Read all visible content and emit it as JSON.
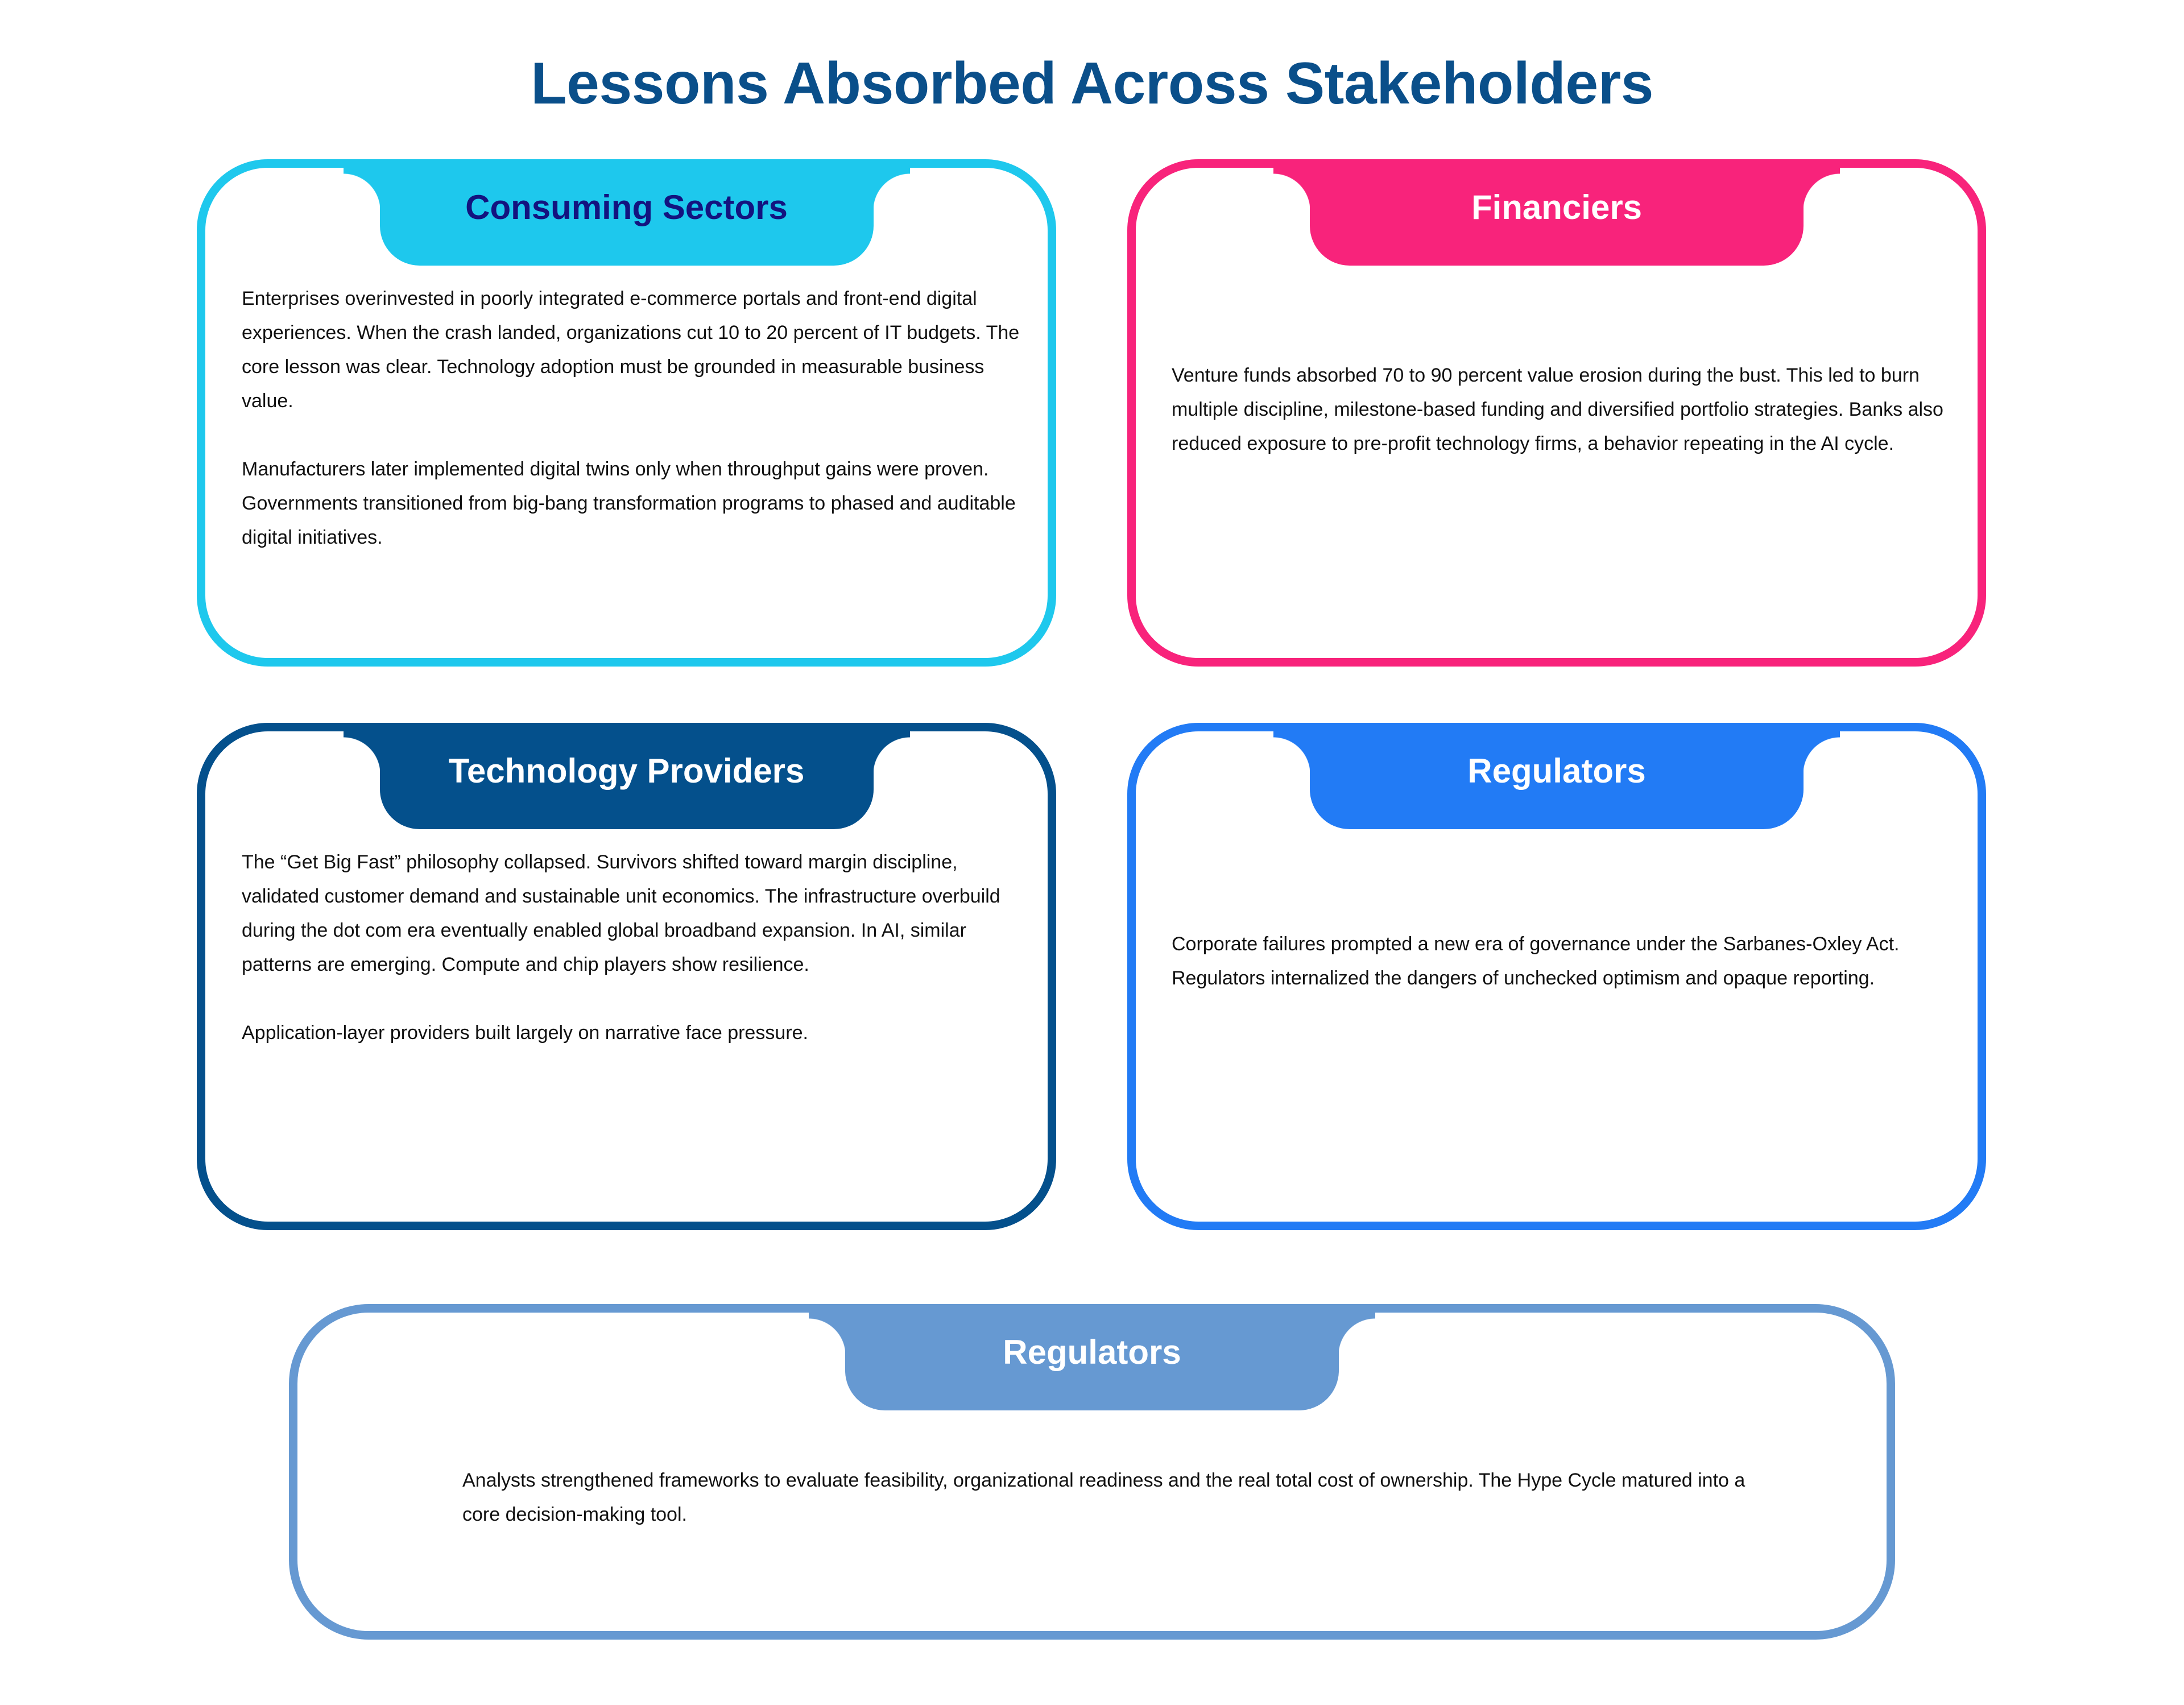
{
  "title": "Lessons Absorbed Across Stakeholders",
  "colors": {
    "title": "#0a4f8a",
    "consuming_sectors": "#1ec8ed",
    "consuming_sectors_label": "#13137f",
    "financiers": "#f8237b",
    "technology_providers": "#04508c",
    "regulators": "#227bf5",
    "analysts_box": "#6699d2"
  },
  "cards": [
    {
      "heading": "Consuming Sectors",
      "paragraphs": [
        "Enterprises overinvested in poorly integrated e-commerce portals and front-end digital experiences. When the crash landed, organizations cut 10 to 20 percent of IT budgets. The core lesson was clear. Technology adoption must be grounded in measurable business value.",
        "Manufacturers later implemented digital twins only when throughput gains were proven. Governments transitioned from big-bang transformation programs to phased and auditable digital initiatives."
      ]
    },
    {
      "heading": "Financiers",
      "paragraphs": [
        "Venture funds absorbed 70 to 90 percent value erosion during the bust. This led to burn multiple discipline, milestone-based funding and diversified portfolio strategies. Banks also reduced exposure to pre-profit technology firms, a behavior repeating in the AI cycle."
      ]
    },
    {
      "heading": "Technology Providers",
      "paragraphs": [
        "The “Get Big Fast” philosophy collapsed. Survivors shifted toward margin discipline, validated customer demand and sustainable unit economics. The infrastructure overbuild during the dot com era eventually enabled global broadband expansion. In AI, similar patterns are emerging. Compute and chip players show resilience.",
        "Application-layer providers built largely on narrative face pressure."
      ]
    },
    {
      "heading": "Regulators",
      "paragraphs": [
        "Corporate failures prompted a new era of governance under the Sarbanes-Oxley Act. Regulators internalized the dangers of unchecked optimism and opaque reporting."
      ]
    },
    {
      "heading": "Regulators",
      "paragraphs": [
        "Analysts strengthened frameworks to evaluate feasibility, organizational readiness and the real total cost of ownership. The Hype Cycle matured into a core decision-making tool."
      ]
    }
  ]
}
